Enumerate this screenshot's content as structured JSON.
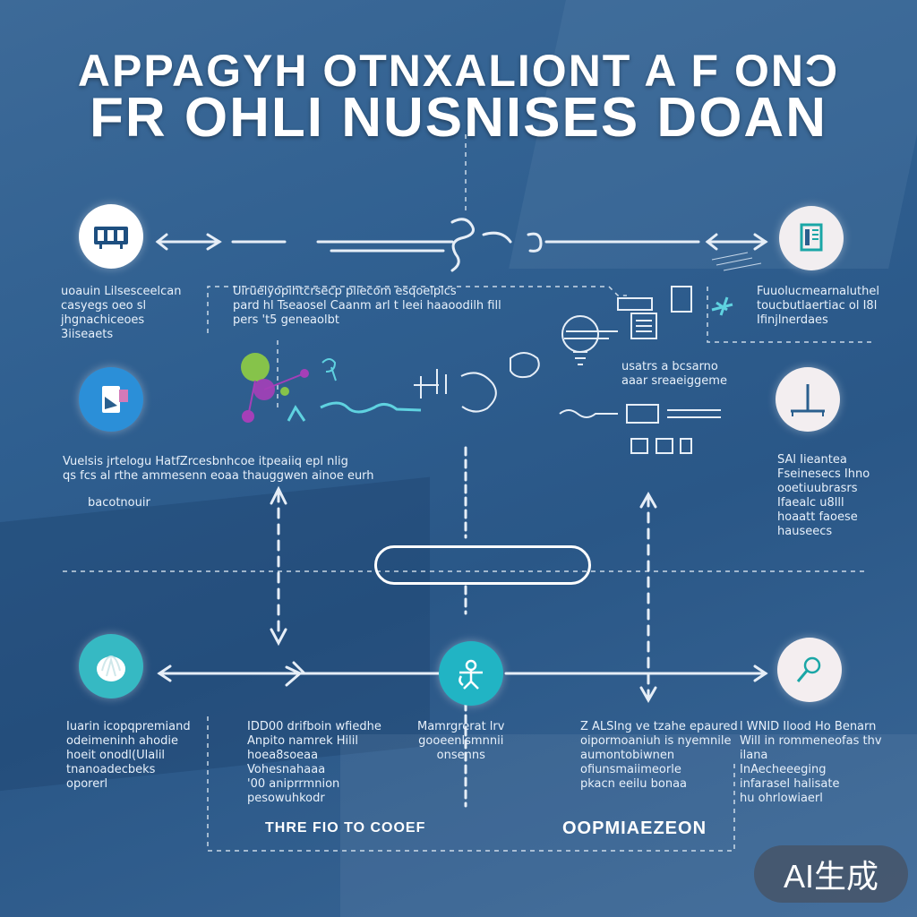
{
  "title": {
    "line1": "APPAGYH OTNXALIONT A F ONƆ",
    "line2": "FR OHLI NUSNISES DOAN"
  },
  "nodes": [
    {
      "id": "top-left",
      "icon": "server-rack-icon",
      "bg": "#ffffff",
      "fg": "#1e4f80"
    },
    {
      "id": "top-right",
      "icon": "document-icon",
      "bg": "#f2eef0",
      "fg": "#1aa6a6"
    },
    {
      "id": "mid-left",
      "icon": "phone-document-icon",
      "bg": "#2b8fd8",
      "fg": "#ffffff"
    },
    {
      "id": "mid-right",
      "icon": "chart-axis-icon",
      "bg": "#f3eef0",
      "fg": "#2a5f8e"
    },
    {
      "id": "bottom-left",
      "icon": "cloud-icon",
      "bg": "#36b9c3",
      "fg": "#ffffff"
    },
    {
      "id": "bottom-center",
      "icon": "user-network-icon",
      "bg": "#21b4c4",
      "fg": "#ffffff"
    },
    {
      "id": "bottom-right",
      "icon": "magnifier-icon",
      "bg": "#f4eef0",
      "fg": "#1aa6a6"
    }
  ],
  "captions": {
    "top_left": [
      "uoauin Lilsesceelcan",
      "casyegs oeo sl",
      "jhgnachiceoes",
      "3iiseaets"
    ],
    "top_center": [
      "Uiruelyopihtcrsecp pliecom esqoelplcs",
      "pard hl Tseaosel Caanm arl t leei haaoodilh fill",
      "pers 't5 geneaolbt"
    ],
    "top_right": [
      "Fuuolucmearnaluthel",
      "toucbutlaertiac ol I8l",
      "Ifinjlnerdaes"
    ],
    "mid_left": [
      "Vuelsis jrtelogu HatfZrcesbnhcoe itpeaiiq epl nlig",
      "qs fcs al rthe ammesenn eoaa thauggwen ainoe eurh",
      "bacotnouir"
    ],
    "mid_center_right": [
      "usatrs a bcsarno",
      "aaar sreaeiggeme"
    ],
    "mid_right": [
      "SAl Iieantea",
      "Fseinesecs Ihno",
      "ooetiuubrasrs",
      "Ifaealc u8lll",
      "hoaatt faoese",
      "hauseecs"
    ],
    "bottom_left": [
      "Iuarin icopqpremiand",
      "odeimeninh ahodie",
      "hoeit onodl(Ulalil",
      "tnanoadecbeks",
      "oporerl"
    ],
    "bottom_center_left": [
      "IDD00 drifboin wfiedhe",
      "Anpito namrek Hilil",
      "hoea8soeaa",
      "Vohesnahaaa",
      "'00 aniprrmnion",
      "pesowuhkodr"
    ],
    "bottom_center": [
      "Mamrgrerat lrv",
      "gooeenlsmnnii",
      "onsenns"
    ],
    "bottom_center_right": [
      "Z ALSIng ve tzahe epaured",
      "oipormoaniuh is nyemnile",
      "aumontobiwnen",
      "ofiunsmaiimeorle",
      "pkacn eeilu bonaa"
    ],
    "bottom_right": [
      "l WNID Ilood Ho Benarn",
      "Will in rommeneofas thv",
      "ilana",
      "InAecheeeging",
      "infarasel halisate",
      "hu ohrlowiaerl"
    ]
  },
  "footers": {
    "left": "THRE FIO TO COOEF",
    "right": "OOPMIAEZEON"
  },
  "badge": "AI生成",
  "accent": "#22c1d6",
  "line_color": "#e6eef7"
}
